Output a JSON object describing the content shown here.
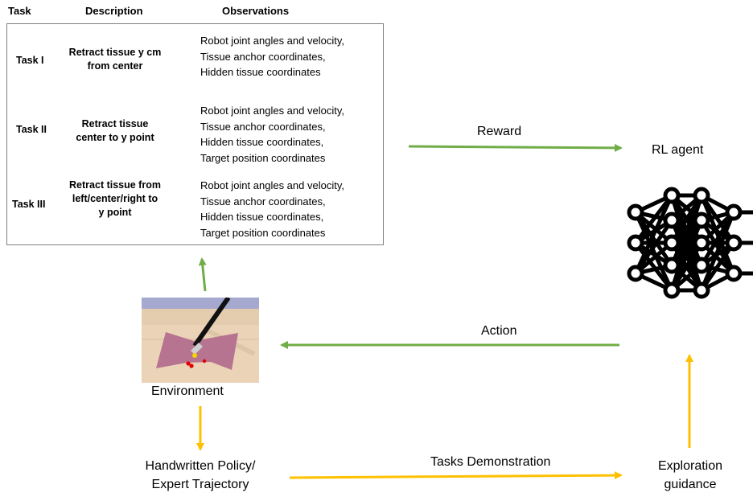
{
  "table": {
    "headers": {
      "task": "Task",
      "description": "Description",
      "observations": "Observations"
    },
    "rows": [
      {
        "task": "Task I",
        "description": [
          "Retract tissue y cm",
          "from center"
        ],
        "observations": [
          "Robot joint angles and velocity,",
          "Tissue anchor coordinates,",
          "Hidden tissue coordinates"
        ]
      },
      {
        "task": "Task II",
        "description": [
          "Retract tissue",
          "center to y point"
        ],
        "observations": [
          "Robot joint angles and velocity,",
          "Tissue anchor coordinates,",
          "Hidden tissue coordinates,",
          "Target position coordinates"
        ]
      },
      {
        "task": "Task III",
        "description": [
          "Retract tissue from",
          "left/center/right to",
          "y point"
        ],
        "observations": [
          "Robot joint angles and velocity,",
          "Tissue anchor coordinates,",
          "Hidden tissue coordinates,",
          "Target position coordinates"
        ]
      }
    ]
  },
  "labels": {
    "reward": "Reward",
    "rl_agent": "RL agent",
    "action": "Action",
    "environment": "Environment",
    "policy": [
      "Handwritten Policy/",
      "Expert Trajectory"
    ],
    "demonstration": "Tasks Demonstration",
    "exploration": [
      "Exploration",
      "guidance"
    ]
  },
  "colors": {
    "green_arrow": "#70AD47",
    "orange_arrow": "#FFC000",
    "tissue": "#B77490",
    "floor": "#EAD3B7",
    "wall": "#A6A9CF"
  }
}
